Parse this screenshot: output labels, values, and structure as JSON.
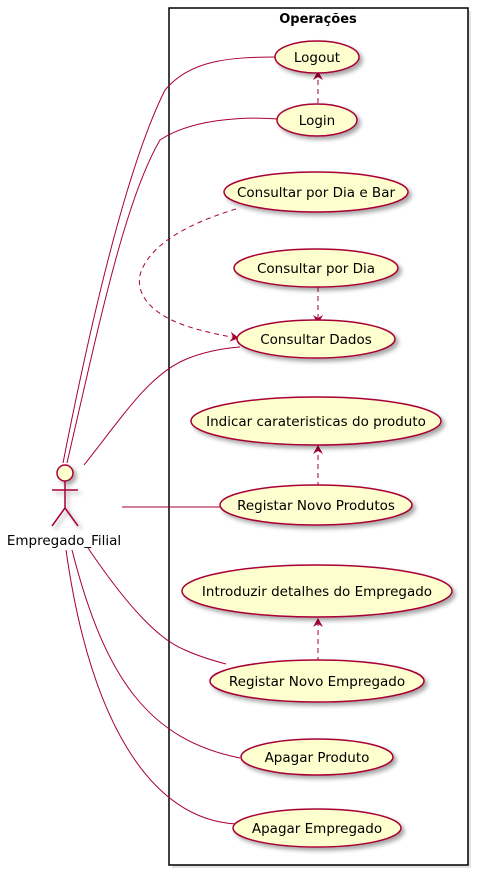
{
  "colors": {
    "usecase_fill": "#fefece",
    "line": "#a80036",
    "border": "#000000",
    "shadow": "#c8c8c8"
  },
  "system": {
    "title": "Operações"
  },
  "actor": {
    "name": "Empregado_Filial",
    "icon": "stick-figure-icon"
  },
  "usecases": {
    "logout": "Logout",
    "login": "Login",
    "consultar_dia_bar": "Consultar por Dia e Bar",
    "consultar_dia": "Consultar por Dia",
    "consultar_dados": "Consultar Dados",
    "indicar_caracteristicas": "Indicar carateristicas do produto",
    "registar_produtos": "Registar Novo Produtos",
    "introduzir_detalhes": "Introduzir detalhes do Empregado",
    "registar_empregado": "Registar Novo Empregado",
    "apagar_produto": "Apagar Produto",
    "apagar_empregado": "Apagar Empregado"
  }
}
